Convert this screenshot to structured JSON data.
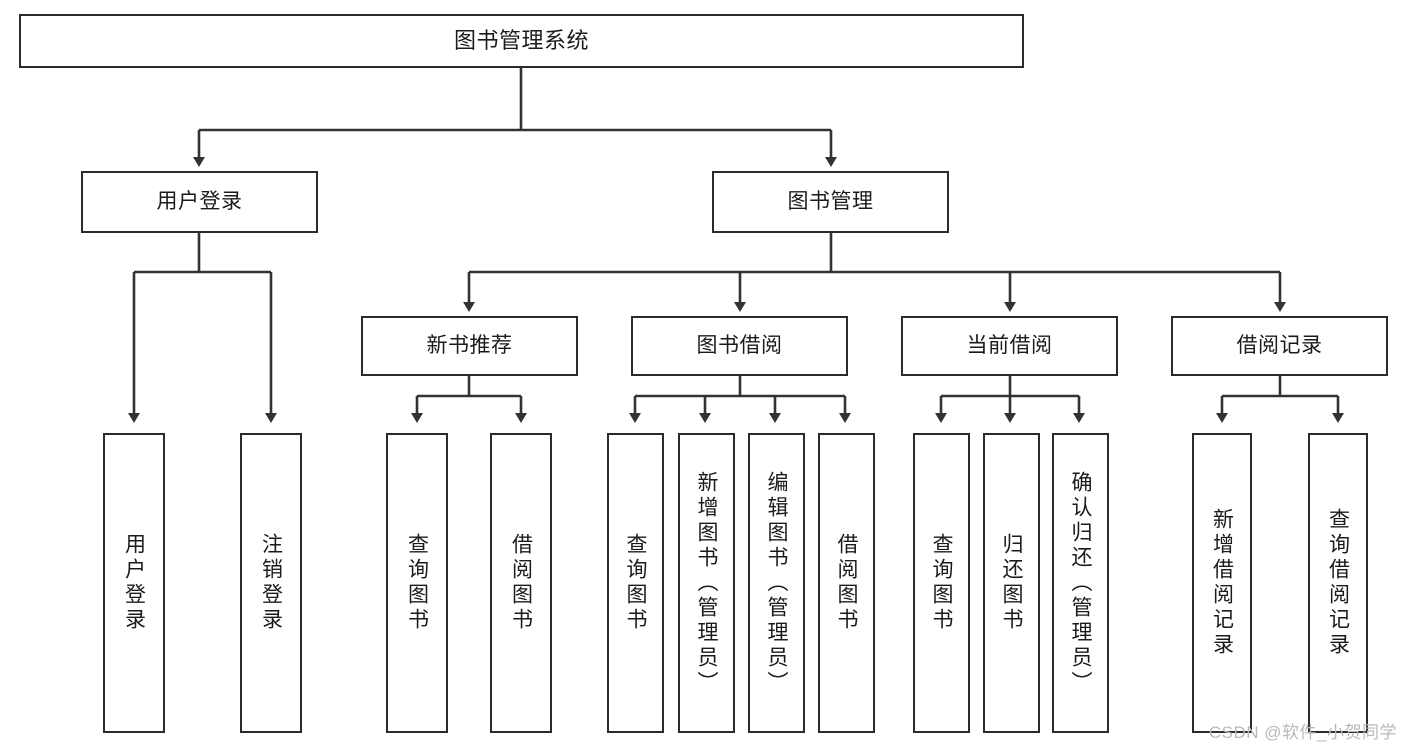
{
  "diagram": {
    "title": "图书管理系统",
    "type": "tree-hierarchy-chart",
    "watermark": "CSDN @软件_小贺同学",
    "levels": {
      "root": {
        "label": "图书管理系统"
      },
      "level2": [
        {
          "id": "user-login",
          "label": "用户登录"
        },
        {
          "id": "book-management",
          "label": "图书管理"
        }
      ],
      "level3": [
        {
          "id": "new-book-recommend",
          "label": "新书推荐",
          "parent": "book-management"
        },
        {
          "id": "book-borrow",
          "label": "图书借阅",
          "parent": "book-management"
        },
        {
          "id": "current-borrow",
          "label": "当前借阅",
          "parent": "book-management"
        },
        {
          "id": "borrow-record",
          "label": "借阅记录",
          "parent": "book-management"
        }
      ],
      "leaves": {
        "user-login": [
          {
            "id": "leaf-user-login",
            "label": "用户登录"
          },
          {
            "id": "leaf-logout",
            "label": "注销登录"
          }
        ],
        "new-book-recommend": [
          {
            "id": "leaf-query-book-1",
            "label": "查询图书"
          },
          {
            "id": "leaf-borrow-book-1",
            "label": "借阅图书"
          }
        ],
        "book-borrow": [
          {
            "id": "leaf-query-book-2",
            "label": "查询图书"
          },
          {
            "id": "leaf-add-book",
            "label": "新增图书（管理员）"
          },
          {
            "id": "leaf-edit-book",
            "label": "编辑图书（管理员）"
          },
          {
            "id": "leaf-borrow-book-2",
            "label": "借阅图书"
          }
        ],
        "current-borrow": [
          {
            "id": "leaf-query-book-3",
            "label": "查询图书"
          },
          {
            "id": "leaf-return-book",
            "label": "归还图书"
          },
          {
            "id": "leaf-confirm-return",
            "label": "确认归还（管理员）"
          }
        ],
        "borrow-record": [
          {
            "id": "leaf-add-record",
            "label": "新增借阅记录"
          },
          {
            "id": "leaf-query-record",
            "label": "查询借阅记录"
          }
        ]
      }
    },
    "colors": {
      "border": "#2b2b2b",
      "connector": "#333333",
      "background": "#ffffff",
      "text": "#1b1b1b",
      "watermark": "#b9b9b9"
    }
  }
}
